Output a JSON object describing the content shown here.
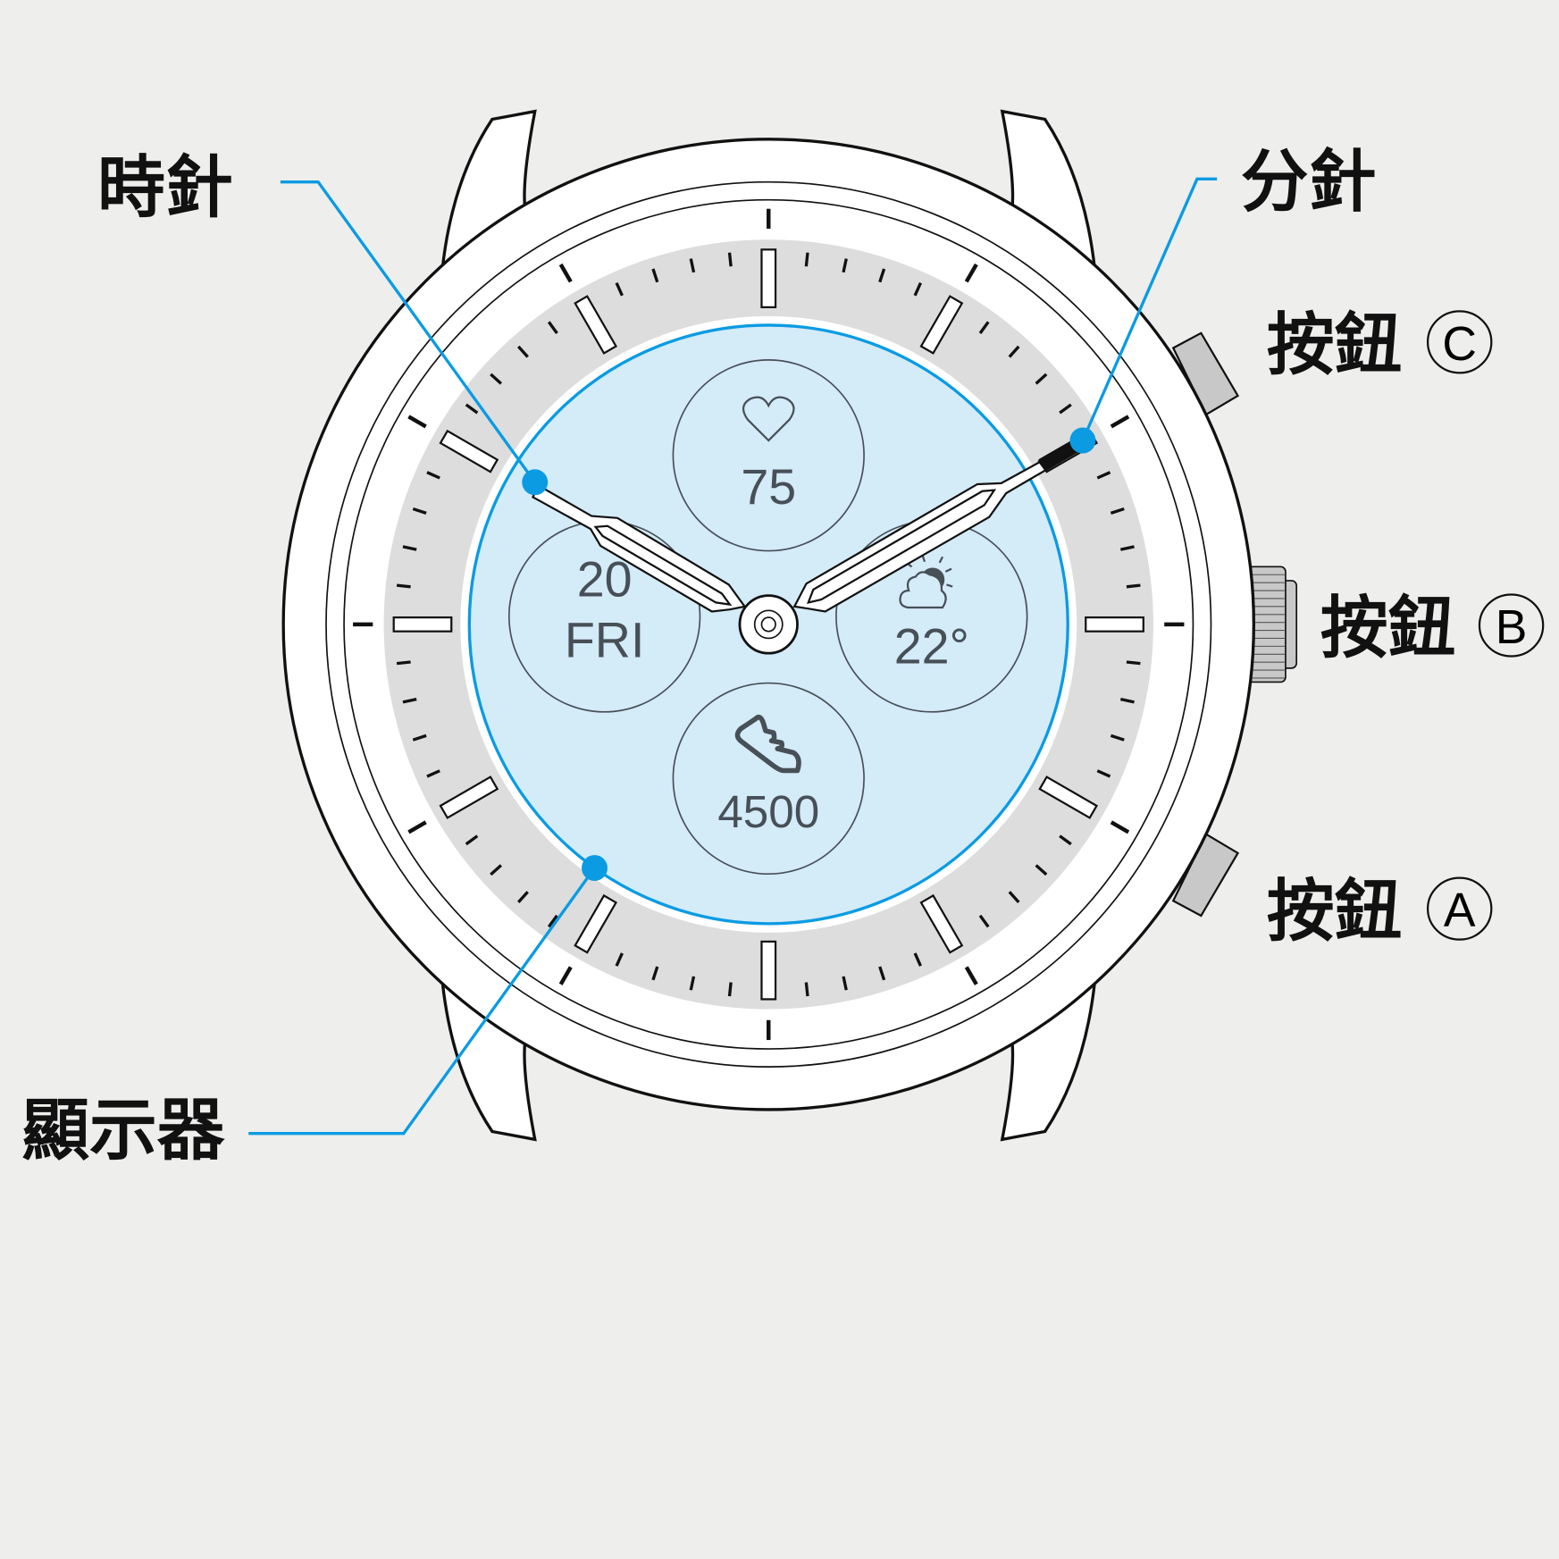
{
  "labels": {
    "hour_hand": "時針",
    "minute_hand": "分針",
    "button_c": "按鈕",
    "button_c_letter": "C",
    "button_b": "按鈕",
    "button_b_letter": "B",
    "button_a": "按鈕",
    "button_a_letter": "A",
    "display": "顯示器"
  },
  "dial": {
    "heart_rate": "75",
    "date_day": "20",
    "date_weekday": "FRI",
    "temperature": "22°",
    "steps": "4500"
  },
  "icons": [
    "heart-icon",
    "weather-partly-cloudy-icon",
    "shoe-steps-icon"
  ],
  "colors": {
    "accent": "#0a9be3",
    "background": "#eeeeec",
    "display": "#d4ebf8",
    "ring": "#dcdddc",
    "text": "#474f57"
  }
}
